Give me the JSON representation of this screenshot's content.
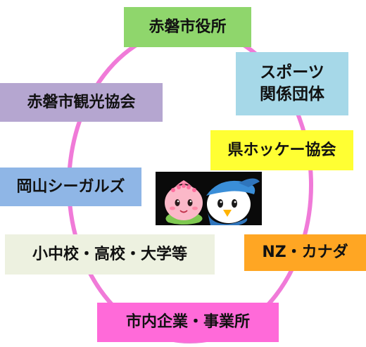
{
  "diagram": {
    "ring_color": "#f07ad8",
    "center_illustration": "mascot-characters",
    "boxes": {
      "city_hall": {
        "label": "赤磐市役所",
        "color": "#8fd66c"
      },
      "sports": {
        "label": "スポーツ\n関係団体",
        "color": "#a6d8e8"
      },
      "tourism": {
        "label": "赤磐市観光協会",
        "color": "#b5a6d0"
      },
      "hockey": {
        "label": "県ホッケー協会",
        "color": "#ffff33"
      },
      "gulls": {
        "label": "岡山シーガルズ",
        "color": "#8fb6e6"
      },
      "nz": {
        "label": "NZ・カナダ",
        "color": "#ffa623"
      },
      "schools": {
        "label": "小中校・高校・大学等",
        "color": "#edf1e0"
      },
      "business": {
        "label": "市内企業・事業所",
        "color": "#ff6ad9"
      }
    }
  }
}
